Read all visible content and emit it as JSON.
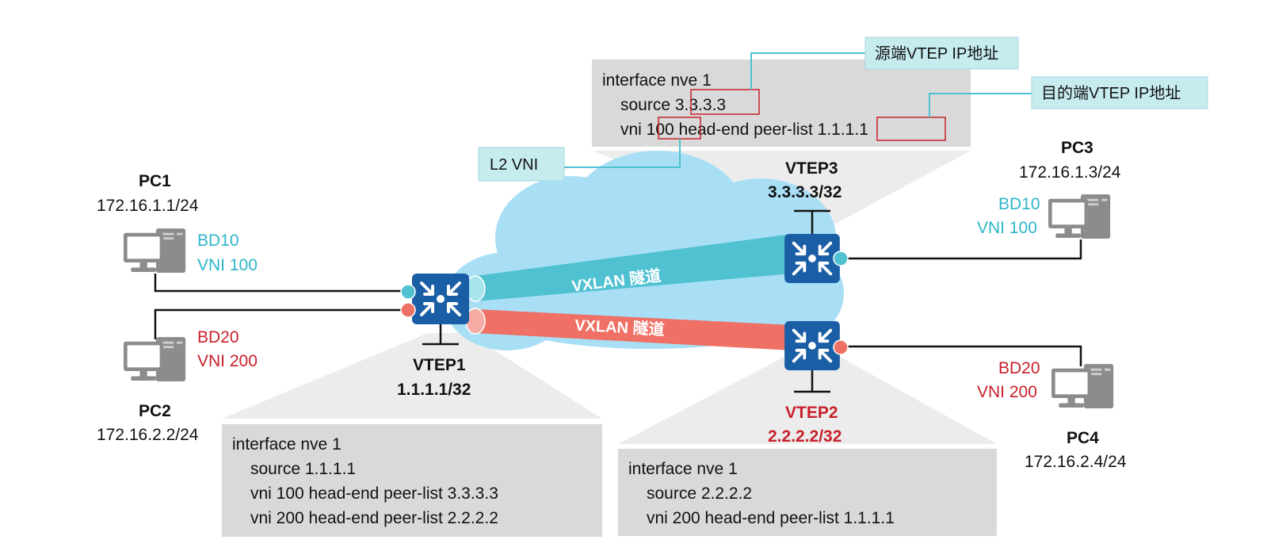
{
  "config_top": {
    "lines": [
      "interface nve 1",
      "source 3.3.3.3",
      "vni 100 head-end peer-list 1.1.1.1"
    ]
  },
  "config_left": {
    "lines": [
      "interface nve 1",
      "source 1.1.1.1",
      "vni 100 head-end peer-list 3.3.3.3",
      "vni 200 head-end peer-list 2.2.2.2"
    ]
  },
  "config_right": {
    "lines": [
      "interface nve 1",
      "source 2.2.2.2",
      "vni 200 head-end peer-list 1.1.1.1"
    ]
  },
  "callouts": {
    "src_vtep": "源端VTEP IP地址",
    "dst_vtep": "目的端VTEP IP地址",
    "l2vni": "L2 VNI"
  },
  "tunnels": {
    "teal_label": "VXLAN 隧道",
    "red_label": "VXLAN 隧道",
    "teal_color": "#4fc1d0",
    "red_color": "#ef7064"
  },
  "vteps": {
    "vtep1": {
      "name": "VTEP1",
      "ip": "1.1.1.1/32"
    },
    "vtep2": {
      "name": "VTEP2",
      "ip": "2.2.2.2/32"
    },
    "vtep3": {
      "name": "VTEP3",
      "ip": "3.3.3.3/32"
    }
  },
  "pcs": {
    "pc1": {
      "name": "PC1",
      "ip": "172.16.1.1/24",
      "bd": "BD10",
      "vni": "VNI 100"
    },
    "pc2": {
      "name": "PC2",
      "ip": "172.16.2.2/24",
      "bd": "BD20",
      "vni": "VNI 200"
    },
    "pc3": {
      "name": "PC3",
      "ip": "172.16.1.3/24",
      "bd": "BD10",
      "vni": "VNI 100"
    },
    "pc4": {
      "name": "PC4",
      "ip": "172.16.2.4/24",
      "bd": "BD20",
      "vni": "VNI 200"
    }
  },
  "colors": {
    "teal": "#2cb6c8",
    "red": "#c8202a",
    "switch_blue": "#1a5ea6",
    "cloud": "#a9dff5",
    "panel_gray": "#d9d9d9",
    "callout_fill": "#c7ecf0"
  }
}
